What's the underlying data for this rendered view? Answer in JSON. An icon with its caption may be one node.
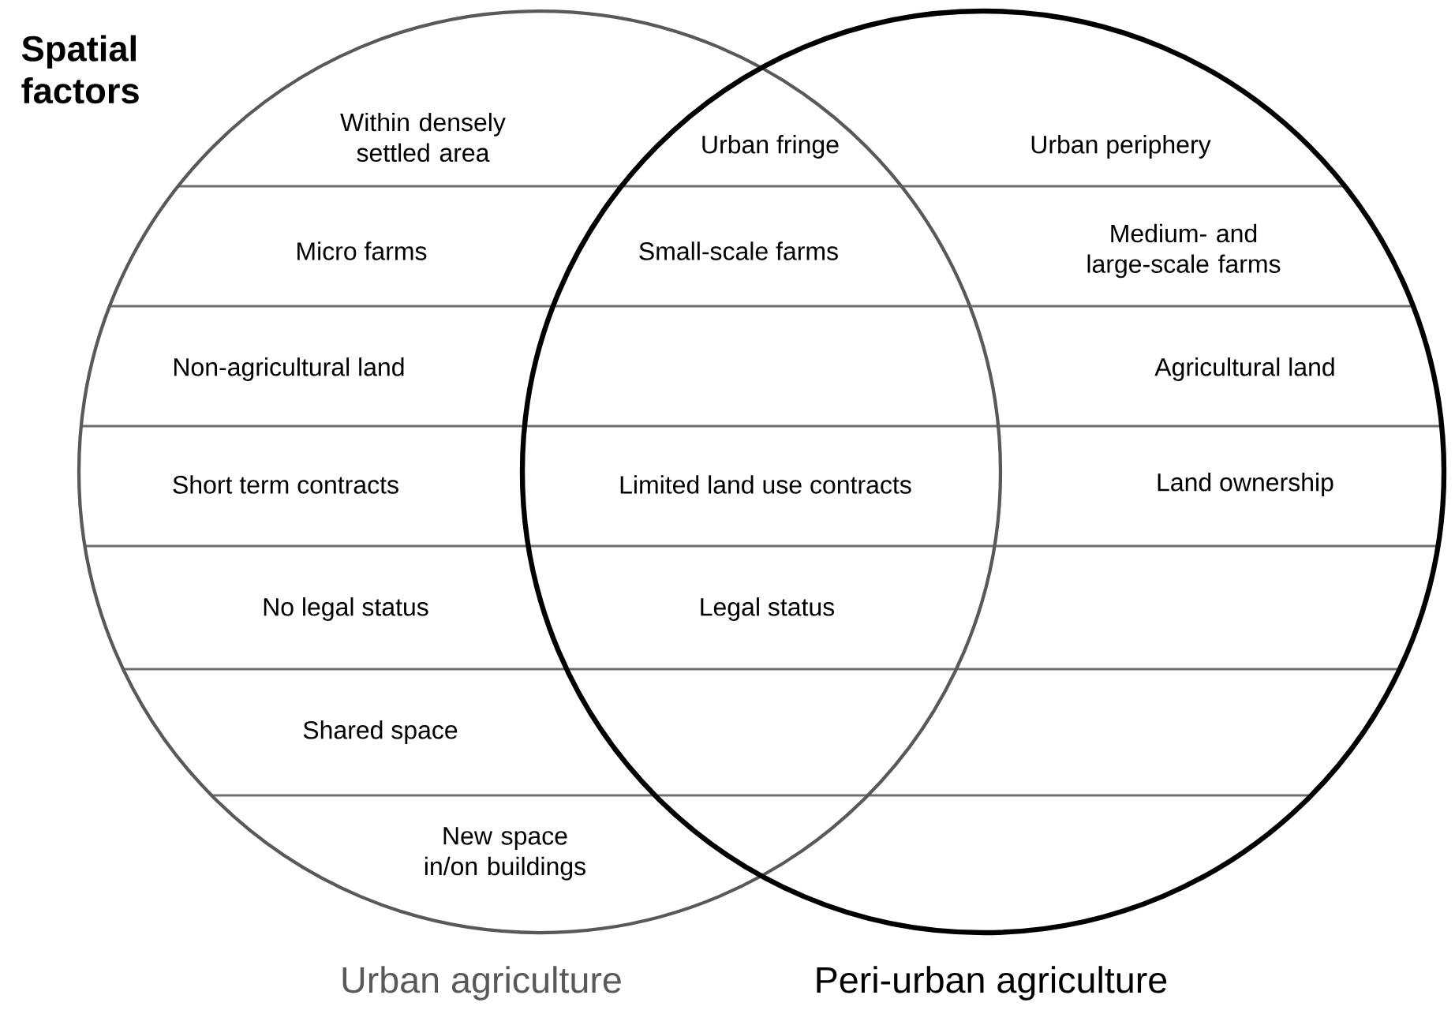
{
  "diagram": {
    "title": "Spatial factors",
    "nodes": [
      {
        "text": [
          "Urban agriculture"
        ]
      },
      {
        "text": [
          "Peri-urban agriculture"
        ]
      }
    ],
    "labels": [
      "Within densely settled area",
      "Urban fringe",
      "Urban periphery",
      "Micro farms",
      "Small-scale farms",
      "Medium- and large-scale farms",
      "Non-agricultural land",
      "Agricultural land",
      "Short term contracts",
      "Limited land use contracts",
      "Land ownership",
      "No legal status",
      "Legal status",
      "Shared space",
      "New space in/on buildings"
    ]
  }
}
